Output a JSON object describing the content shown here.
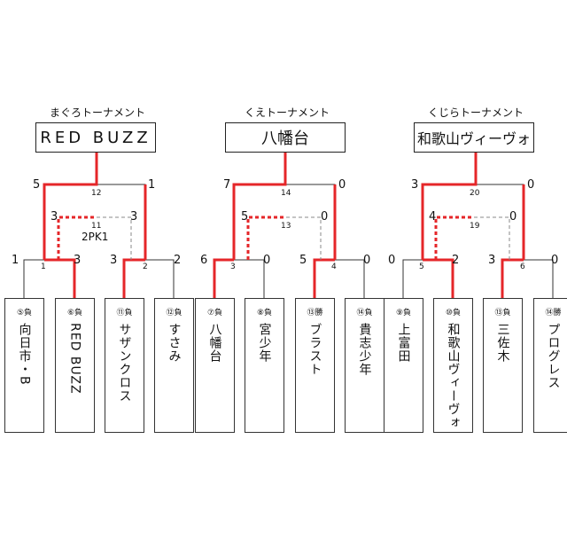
{
  "tournaments": [
    {
      "title": "まぐろトーナメント",
      "winner": "RED BUZZ",
      "final": {
        "match_no": "12",
        "left_score": "5",
        "right_score": "1"
      },
      "third": {
        "match_no": "11",
        "left_score": "3",
        "right_score": "3",
        "note": "2PK1"
      },
      "semi_left": {
        "match_no": "1",
        "left_score": "1",
        "right_score": "3"
      },
      "semi_right": {
        "match_no": "2",
        "left_score": "3",
        "right_score": "2"
      },
      "teams": [
        {
          "seed": "⑤負",
          "name": "向日市・B"
        },
        {
          "seed": "⑥負",
          "name": "RED BUZZ"
        },
        {
          "seed": "⑪負",
          "name": "サザンクロス"
        },
        {
          "seed": "⑫負",
          "name": "すさみ"
        }
      ]
    },
    {
      "title": "くえトーナメント",
      "winner": "八幡台",
      "final": {
        "match_no": "14",
        "left_score": "7",
        "right_score": "0"
      },
      "third": {
        "match_no": "13",
        "left_score": "5",
        "right_score": "0",
        "note": ""
      },
      "semi_left": {
        "match_no": "3",
        "left_score": "6",
        "right_score": "0"
      },
      "semi_right": {
        "match_no": "4",
        "left_score": "5",
        "right_score": "0"
      },
      "teams": [
        {
          "seed": "⑦負",
          "name": "八幡台"
        },
        {
          "seed": "⑧負",
          "name": "宮少年"
        },
        {
          "seed": "⑬勝",
          "name": "ブラスト"
        },
        {
          "seed": "⑭負",
          "name": "貴志少年"
        }
      ]
    },
    {
      "title": "くじらトーナメント",
      "winner": "和歌山ヴィーヴォ",
      "final": {
        "match_no": "20",
        "left_score": "3",
        "right_score": "0"
      },
      "third": {
        "match_no": "19",
        "left_score": "4",
        "right_score": "0",
        "note": ""
      },
      "semi_left": {
        "match_no": "5",
        "left_score": "0",
        "right_score": "2"
      },
      "semi_right": {
        "match_no": "6",
        "left_score": "3",
        "right_score": "0"
      },
      "teams": [
        {
          "seed": "⑨負",
          "name": "上富田"
        },
        {
          "seed": "⑩負",
          "name": "和歌山ヴィーヴォ"
        },
        {
          "seed": "⑬負",
          "name": "三佐木"
        },
        {
          "seed": "⑭勝",
          "name": "プログレス"
        }
      ]
    }
  ],
  "colors": {
    "win_line": "#e52629",
    "line": "#333333",
    "dashed": "#888888"
  }
}
